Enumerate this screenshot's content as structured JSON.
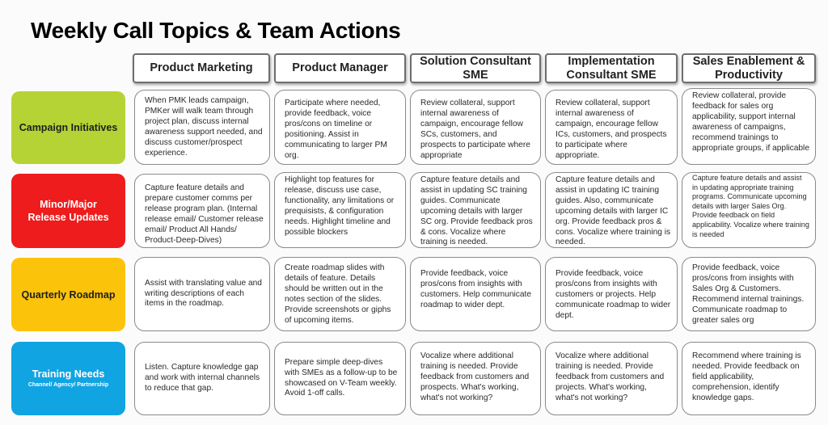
{
  "title": "Weekly Call Topics & Team Actions",
  "columns": [
    "Product Marketing",
    "Product Manager",
    "Solution Consultant SME",
    "Implementation Consultant SME",
    "Sales Enablement & Productivity"
  ],
  "rows": [
    {
      "label": "Campaign Initiatives",
      "sublabel": "",
      "color": "#b5d334",
      "cells": [
        "When PMK leads campaign, PMKer will walk team through project plan, discuss internal awareness support needed, and discuss customer/prospect experience.",
        "Participate where needed, provide feedback, voice pros/cons on timeline or positioning. Assist in communicating to larger PM org.",
        "Review collateral, support internal awareness of campaign, encourage fellow SCs, customers, and prospects to participate where appropriate",
        "Review collateral, support internal awareness of campaign, encourage fellow ICs, customers, and prospects to participate where appropriate.",
        "Review collateral, provide feedback for sales org applicability, support internal awareness of campaigns, recommend trainings to appropriate groups, if applicable"
      ]
    },
    {
      "label": "Minor/Major Release Updates",
      "sublabel": "",
      "color": "#ee1c1c",
      "cells": [
        "Capture feature details and prepare customer comms per release program plan. (Internal release email/ Customer release email/ Product All Hands/ Product-Deep-Dives)",
        "Highlight top features for release, discuss use case, functionality, any limitations or prequisists, & configuration needs. Highlight timeline and possible blockers",
        "Capture feature details and assist in updating SC training guides. Communicate upcoming details with larger SC org. Provide feedback pros & cons. Vocalize where training is needed.",
        "Capture feature details and assist in updating IC training guides. Also, communicate upcoming details with larger IC org. Provide feedback pros & cons. Vocalize where training is needed.",
        "Capture feature details and assist in updating appropriate training programs. Communicate upcoming details with larger Sales Org. Provide feedback on field applicability. Vocalize where training is needed"
      ]
    },
    {
      "label": "Quarterly Roadmap",
      "sublabel": "",
      "color": "#fcc30b",
      "cells": [
        "Assist with translating value and writing descriptions of each items in the roadmap.",
        "Create roadmap slides with details of feature. Details should be written out in the notes section of the slides. Provide screenshots or giphs of upcoming items.",
        "Provide feedback, voice pros/cons from insights with customers. Help communicate roadmap to wider dept.",
        "Provide feedback, voice pros/cons from insights with customers or projects. Help communicate roadmap to wider dept.",
        "Provide feedback, voice pros/cons from insights with Sales Org & Customers. Recommend internal trainings. Communicate roadmap to greater sales org"
      ]
    },
    {
      "label": "Training Needs",
      "sublabel": "Channel/ Agency/ Partnership",
      "color": "#10a4e3",
      "cells": [
        "Listen. Capture knowledge gap and work with internal channels to reduce that gap.",
        "Prepare simple deep-dives with SMEs as a follow-up to be showcased on V-Team weekly. Avoid 1-off calls.",
        "Vocalize where additional training is needed. Provide feedback from customers and prospects. What's working, what's not working?",
        "Vocalize where additional training is needed. Provide feedback from customers and projects. What's working, what's not working?",
        "Recommend where training is needed. Provide feedback on field applicability, comprehension, identify knowledge gaps."
      ]
    }
  ]
}
